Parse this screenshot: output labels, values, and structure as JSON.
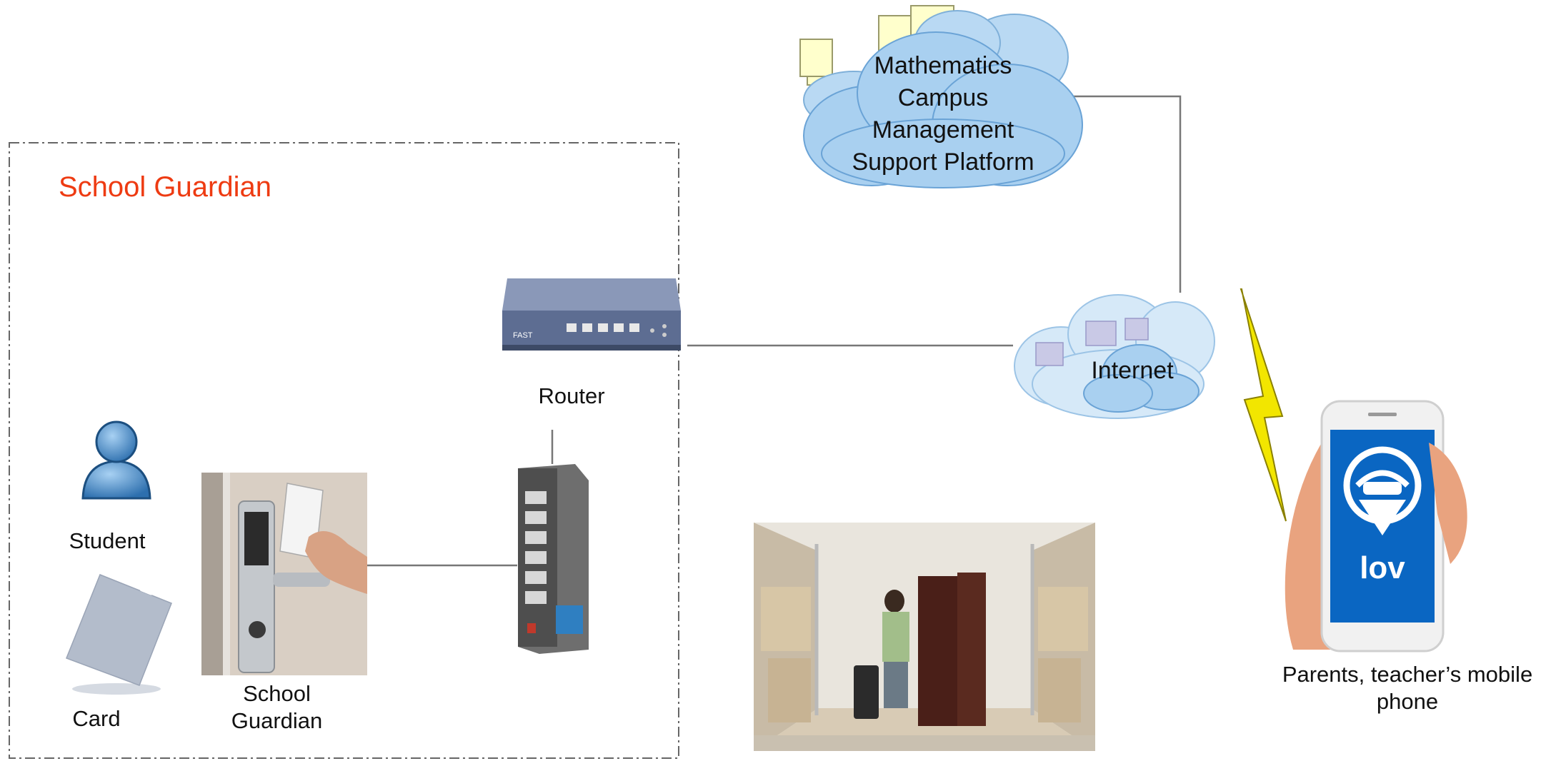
{
  "boundary": {
    "title": "School Guardian"
  },
  "nodes": {
    "platform": "Mathematics Campus Management Support Platform",
    "internet": "Internet",
    "router": "Router",
    "student": "Student",
    "card": "Card",
    "door_lock": "School Guardian",
    "phone": "Parents, teacher’s mobile phone",
    "phone_screen_text": "lov"
  },
  "colors": {
    "boundary_title": "#ee3b12",
    "cloud_blue": "#9dc6ee",
    "phone_screen": "#0a66c2",
    "lightning": "#f2e600",
    "line": "#777777"
  }
}
